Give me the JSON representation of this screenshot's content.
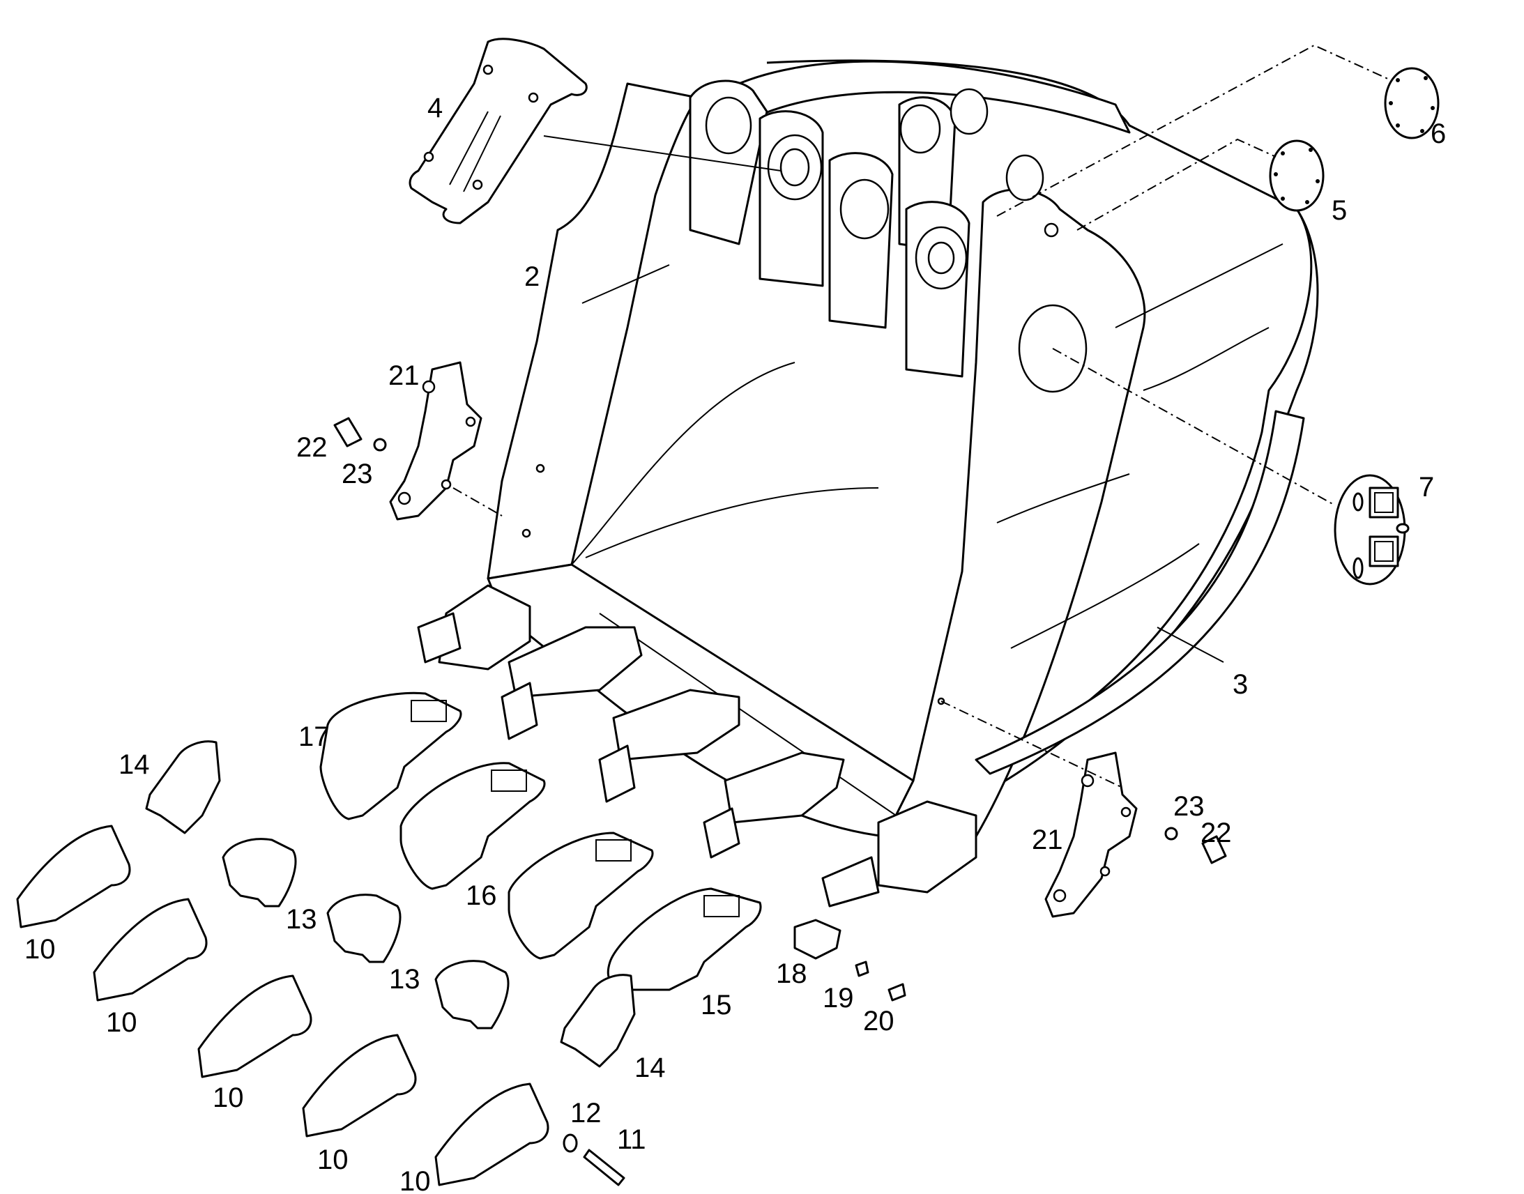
{
  "callouts": {
    "c2": "2",
    "c3": "3",
    "c4": "4",
    "c5": "5",
    "c6": "6",
    "c7": "7",
    "c10a": "10",
    "c10b": "10",
    "c10c": "10",
    "c10d": "10",
    "c10e": "10",
    "c11": "11",
    "c12": "12",
    "c13a": "13",
    "c13b": "13",
    "c14a": "14",
    "c14b": "14",
    "c15": "15",
    "c16": "16",
    "c17": "17",
    "c18": "18",
    "c19": "19",
    "c20": "20",
    "c21a": "21",
    "c21b": "21",
    "c22a": "22",
    "c22b": "22",
    "c23a": "23",
    "c23b": "23"
  }
}
